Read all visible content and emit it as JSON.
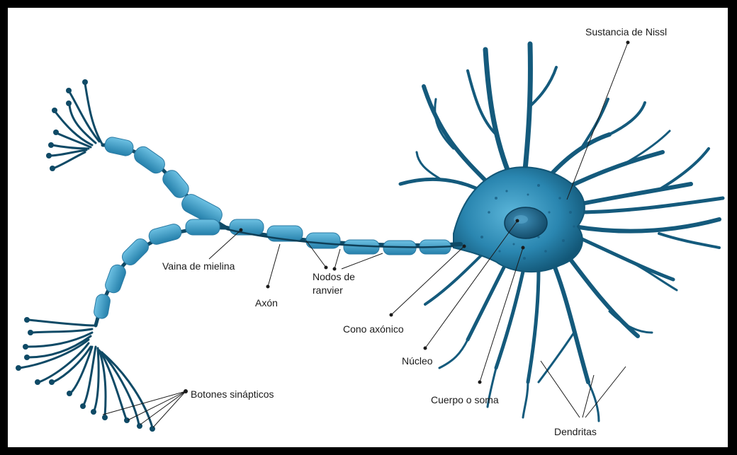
{
  "labels": {
    "nissl": "Sustancia de Nissl",
    "myelin": "Vaina de mielina",
    "axon": "Axón",
    "ranvier_1": "Nodos de",
    "ranvier_2": "ranvier",
    "axon_hillock": "Cono axónico",
    "nucleus": "Núcleo",
    "soma": "Cuerpo o soma",
    "dendrites": "Dendritas",
    "synaptic_buttons": "Botones sinápticos"
  },
  "colors": {
    "frame": "#000000",
    "background": "#ffffff",
    "neuron_dark": "#0f4a66",
    "neuron_mid": "#1f7aa3",
    "neuron_light": "#4aa8d0",
    "myelin": "#3f9cc4",
    "nucleus": "#1b5e82",
    "text": "#1a1a1a"
  }
}
